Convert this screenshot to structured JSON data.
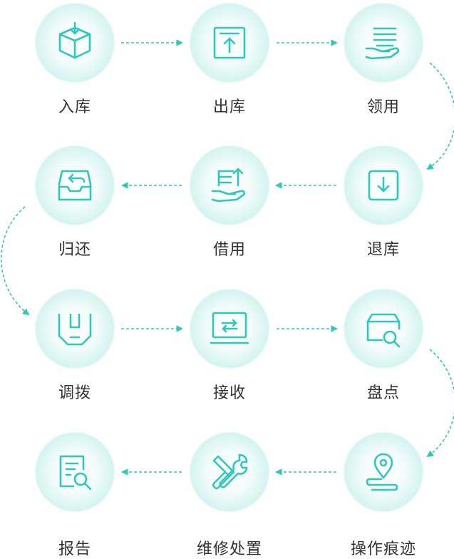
{
  "steps": [
    {
      "label": "入库",
      "icon": "box-in-icon"
    },
    {
      "label": "出库",
      "icon": "upload-box-icon"
    },
    {
      "label": "领用",
      "icon": "hand-receive-icon"
    },
    {
      "label": "退库",
      "icon": "download-box-icon"
    },
    {
      "label": "借用",
      "icon": "hand-borrow-icon"
    },
    {
      "label": "归还",
      "icon": "tray-return-icon"
    },
    {
      "label": "调拨",
      "icon": "box-transfer-icon"
    },
    {
      "label": "接收",
      "icon": "monitor-exchange-icon"
    },
    {
      "label": "盘点",
      "icon": "box-search-icon"
    },
    {
      "label": "操作痕迹",
      "icon": "location-pin-icon"
    },
    {
      "label": "维修处置",
      "icon": "tools-icon"
    },
    {
      "label": "报告",
      "icon": "report-search-icon"
    }
  ],
  "colors": {
    "accent": "#2ec7bb",
    "text": "#333333"
  }
}
